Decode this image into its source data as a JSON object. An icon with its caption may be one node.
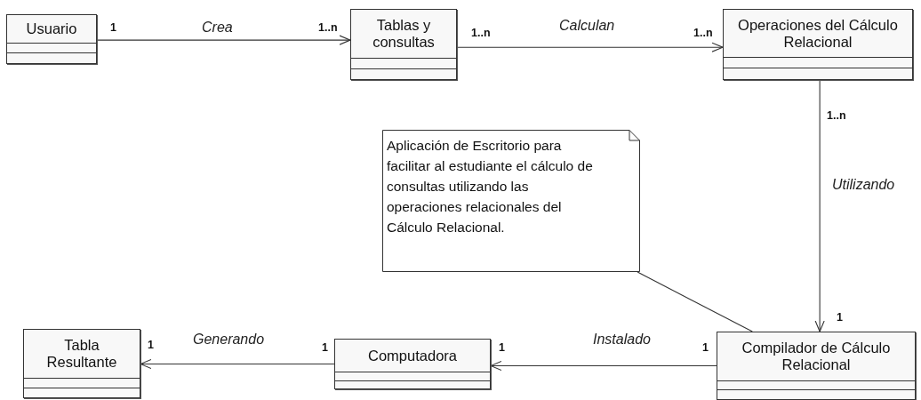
{
  "diagram": {
    "nodes": [
      {
        "text": [
          "Usuario"
        ]
      },
      {
        "text": [
          "Tablas y consultas"
        ]
      },
      {
        "text": [
          "Operaciones del Cálculo Relacional"
        ]
      },
      {
        "text": [
          "Aplicación de Escritorio para facilitar al estudiante el cálculo de consultas utilizando las operaciones relacionales del Cálculo Relacional."
        ]
      },
      {
        "text": [
          "Compilador de Cálculo Relacional"
        ]
      },
      {
        "text": [
          "Computadora"
        ]
      },
      {
        "text": [
          "Tabla Resultante"
        ]
      }
    ],
    "edges": [
      {
        "from": 0,
        "to": 1,
        "arrow": "to",
        "label": "Crea"
      },
      {
        "from": 1,
        "to": 2,
        "arrow": "to",
        "label": "Calculan"
      },
      {
        "from": 2,
        "to": 4,
        "arrow": "to",
        "label": "Utilizando"
      },
      {
        "from": 4,
        "to": 5,
        "arrow": "to",
        "label": "Instalado"
      },
      {
        "from": 5,
        "to": 6,
        "arrow": "to",
        "label": "Generando"
      },
      {
        "from": 3,
        "to": 4,
        "arrow": "none"
      }
    ],
    "labels": [
      "1",
      "1..n",
      "1..n",
      "1..n",
      "1..n",
      "1",
      "1",
      "1",
      "1",
      "1"
    ]
  }
}
